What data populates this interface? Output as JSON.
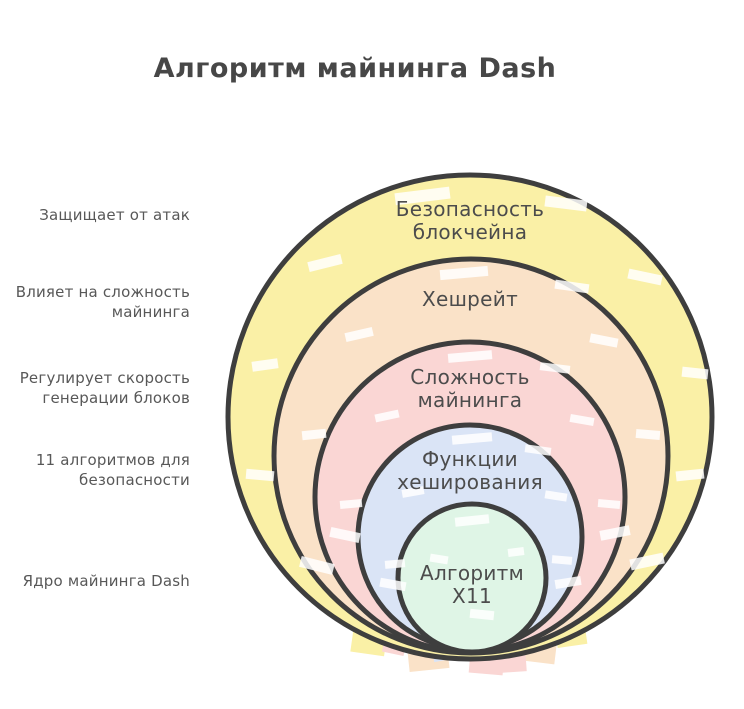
{
  "title": "Алгоритм майнинга Dash",
  "rings": [
    {
      "label": "Безопасность блокчейна",
      "annotation": "Защищает от атак",
      "color": "#FAF0A6"
    },
    {
      "label": "Хешрейт",
      "annotation": "Влияет на сложность майнинга",
      "color": "#FAE2C8"
    },
    {
      "label": "Сложность майнинга",
      "annotation": "Регулирует скорость генерации блоков",
      "color": "#FAD6D4"
    },
    {
      "label": "Функции хеширования",
      "annotation": "11 алгоритмов для безопасности",
      "color": "#DAE4F6"
    },
    {
      "label": "Алгоритм X11",
      "annotation": "Ядро майнинга Dash",
      "color": "#DFF5E6"
    }
  ],
  "style": {
    "outline_color": "#3E3E3E",
    "title_color": "#474747",
    "ring_label_color": "#4C4C4C",
    "annotation_color": "#585858",
    "background": "#FFFFFF"
  }
}
